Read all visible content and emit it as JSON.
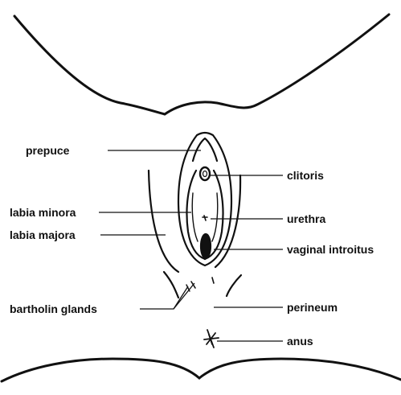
{
  "labels": {
    "prepuce": "prepuce",
    "clitoris": "clitoris",
    "labia_minora": "labia minora",
    "urethra": "urethra",
    "labia_majora": "labia majora",
    "vaginal_introitus": "vaginal introitus",
    "bartholin_glands": "bartholin glands",
    "perineum": "perineum",
    "anus": "anus"
  },
  "colors": {
    "ink": "#111111",
    "background": "#ffffff"
  }
}
